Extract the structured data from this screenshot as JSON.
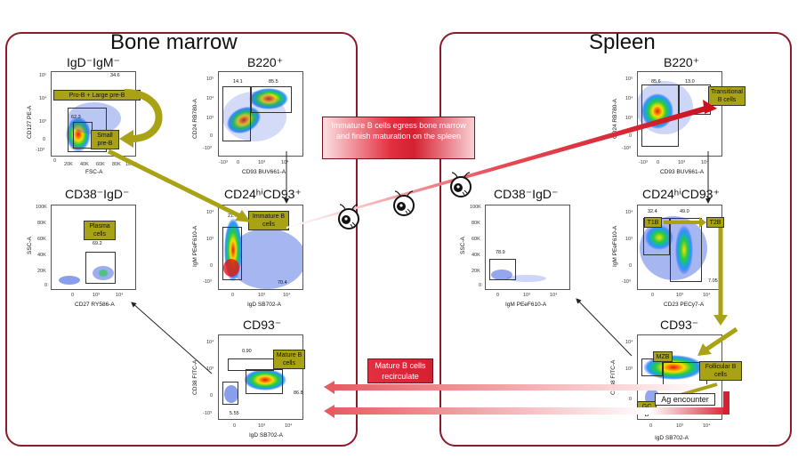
{
  "regions": {
    "bone_marrow": "Bone marrow",
    "spleen": "Spleen"
  },
  "plots": {
    "bm_igd_igm": {
      "title": "IgD⁻IgM⁻",
      "x_label": "FSC-A",
      "y_label": "CD127 PE-A",
      "x_ticks": [
        "0",
        "20K",
        "40K",
        "60K",
        "80K",
        "100K"
      ],
      "y_ticks": [
        "10⁵",
        "10⁴",
        "10³",
        "0",
        "-10³"
      ],
      "pct_top": "34.6",
      "pct_gate": "62.3",
      "label_pro": "Pro-B + Large pre-B",
      "label_small": "Small pre-B"
    },
    "bm_b220": {
      "title": "B220⁺",
      "x_label": "CD93 BUV661-A",
      "y_label": "CD24 RB780-A",
      "x_ticks": [
        "-10³",
        "0",
        "10³",
        "10⁴"
      ],
      "y_ticks": [
        "10⁵",
        "10⁴",
        "10³",
        "0",
        "-10³"
      ],
      "pct_left": "14.1",
      "pct_right": "85.5"
    },
    "bm_cd24": {
      "title": "CD24ʰⁱCD93⁺",
      "x_label": "IgD SB702-A",
      "y_label": "IgM PEeF610-A",
      "x_ticks": [
        "0",
        "10³",
        "10⁴"
      ],
      "y_ticks": [
        "10⁴",
        "10³",
        "0",
        "-10³"
      ],
      "pct_gate": "21.7",
      "pct_bottom": "70.4",
      "label_immature": "Immature B cells"
    },
    "bm_cd38": {
      "title": "CD38⁻IgD⁻",
      "x_label": "CD27 RY586-A",
      "y_label": "SSC-A",
      "x_ticks": [
        "0",
        "10³",
        "10⁴"
      ],
      "y_ticks": [
        "100K",
        "80K",
        "60K",
        "40K",
        "20K",
        "0"
      ],
      "pct_gate": "69.2",
      "label_plasma": "Plasma cells"
    },
    "bm_cd93neg": {
      "title": "CD93⁻",
      "x_label": "IgD SB702-A",
      "y_label": "CD38 FITC-A",
      "x_ticks": [
        "0",
        "10³",
        "10⁴"
      ],
      "y_ticks": [
        "10⁴",
        "10³",
        "0",
        "-10³"
      ],
      "pct_top": "0.90",
      "pct_right": "86.8",
      "pct_left": "5.55",
      "label_mature": "Mature B cells"
    },
    "sp_b220": {
      "title": "B220⁺",
      "x_label": "CD93 BUV661-A",
      "y_label": "CD24 RB780-A",
      "x_ticks": [
        "-10³",
        "0",
        "10³",
        "10⁴"
      ],
      "y_ticks": [
        "10⁵",
        "10⁴",
        "10³",
        "0",
        "-10³"
      ],
      "pct_left": "85.6",
      "pct_right": "13.0",
      "label_transitional": "Transitional B cells"
    },
    "sp_cd24": {
      "title": "CD24ʰⁱCD93⁺",
      "x_label": "CD23 PECy7-A",
      "y_label": "IgM PEeF610-A",
      "x_ticks": [
        "0",
        "10³",
        "10⁴"
      ],
      "y_ticks": [
        "10⁴",
        "10³",
        "0",
        "-10³"
      ],
      "pct_t1": "32.4",
      "pct_t2": "49.0",
      "pct_bottom": "7.05",
      "label_t1": "T1B",
      "label_t2": "T2B"
    },
    "sp_cd38": {
      "title": "CD38⁻IgD⁻",
      "x_label": "IgM PEeF610-A",
      "y_label": "SSC-A",
      "x_ticks": [
        "0",
        "10³",
        "10⁴"
      ],
      "y_ticks": [
        "100K",
        "80K",
        "60K",
        "40K",
        "20K",
        "0"
      ],
      "pct_gate": "78.9"
    },
    "sp_cd93neg": {
      "title": "CD93⁻",
      "x_label": "IgD SB702-A",
      "y_label": "CD38 FITC-A",
      "x_ticks": [
        "0",
        "10³",
        "10⁴"
      ],
      "y_ticks": [
        "10⁴",
        "10³",
        "0"
      ],
      "label_mzb": "MZB",
      "label_follicular": "Follicular B cells",
      "label_gc": "GC B",
      "label_ag": "Ag encounter"
    }
  },
  "annotations": {
    "immature_egress": "Immature B cells egress bone marrow and finish maturation on the spleen",
    "mature_recirculate": "Mature B cells recirculate"
  },
  "colors": {
    "border": "#8b1a2b",
    "olive": "#a8a214",
    "red": "#d42030"
  }
}
